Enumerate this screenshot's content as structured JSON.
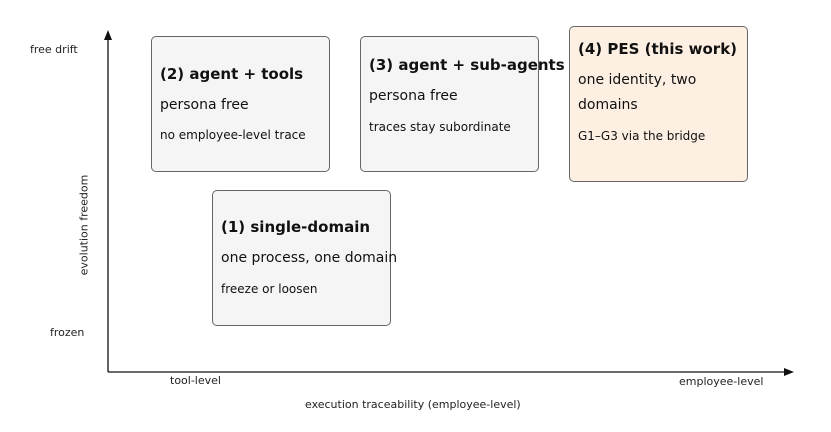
{
  "axes": {
    "x_title": "execution traceability (employee-level)",
    "y_title": "evolution freedom",
    "x_ticks": {
      "left": "tool-level",
      "right": "employee-level"
    },
    "y_ticks": {
      "top": "free drift",
      "bottom": "frozen"
    }
  },
  "boxes": [
    {
      "id": "single-domain",
      "title": "(1) single-domain",
      "lines": [
        "one process, one domain"
      ],
      "note": "freeze or loosen",
      "highlight": false
    },
    {
      "id": "agent-tools",
      "title": "(2) agent + tools",
      "lines": [
        "persona free"
      ],
      "note": "no employee-level trace",
      "highlight": false
    },
    {
      "id": "agent-subagents",
      "title": "(3) agent + sub-agents",
      "lines": [
        "persona free"
      ],
      "note": "traces stay subordinate",
      "highlight": false
    },
    {
      "id": "pes",
      "title": "(4) PES (this work)",
      "lines": [
        "one identity, two",
        "domains"
      ],
      "note": "G1–G3 via the bridge",
      "highlight": true
    }
  ],
  "colors": {
    "box_fill": "#f5f5f5",
    "highlight_fill": "#fdf0e2",
    "border": "#666666",
    "axis": "#111111"
  }
}
